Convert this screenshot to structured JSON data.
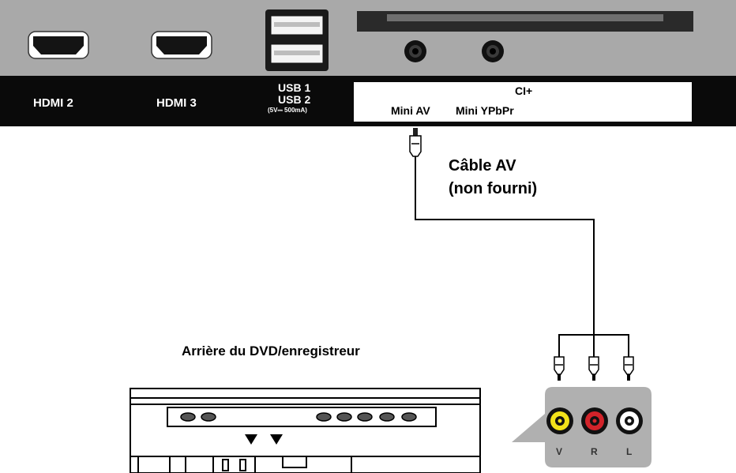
{
  "tv_panel": {
    "hdmi2": "HDMI 2",
    "hdmi3": "HDMI 3",
    "usb1": "USB 1",
    "usb2": "USB 2",
    "usb_power": "(5V⎓ 500mA)",
    "ci": "CI+",
    "mini_av": "Mini AV",
    "mini_ypbpr": "Mini YPbPr"
  },
  "cable": {
    "label_line1": "Câble AV",
    "label_line2": "(non fourni)"
  },
  "device": {
    "title": "Arrière du DVD/enregistreur",
    "jacks": [
      "V",
      "R",
      "L"
    ]
  },
  "colors": {
    "video_jack": "#f2e21a",
    "right_jack": "#d2232a",
    "left_jack": "#ffffff",
    "panel_grey": "#a9a9a9",
    "label_strip": "#0a0a0a"
  }
}
